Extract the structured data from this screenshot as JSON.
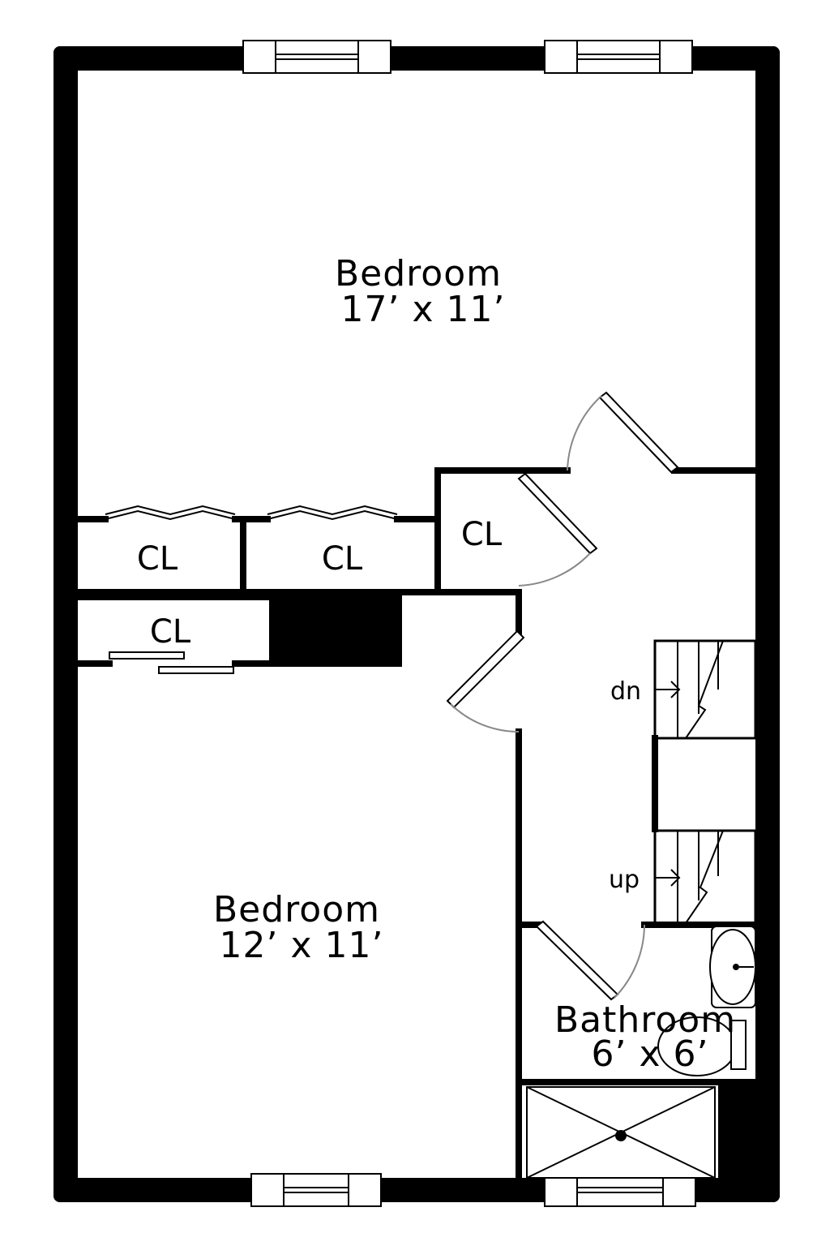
{
  "rooms": {
    "bedroom_top": {
      "name": "Bedroom",
      "dims": "17’ x 11’"
    },
    "bedroom_bottom": {
      "name": "Bedroom",
      "dims": "12’ x 11’"
    },
    "bathroom": {
      "name": "Bathroom",
      "dims": "6’ x 6’"
    }
  },
  "closets": {
    "cl1": "CL",
    "cl2": "CL",
    "cl3": "CL",
    "cl4": "CL"
  },
  "stairs": {
    "down": "dn",
    "up": "up"
  }
}
